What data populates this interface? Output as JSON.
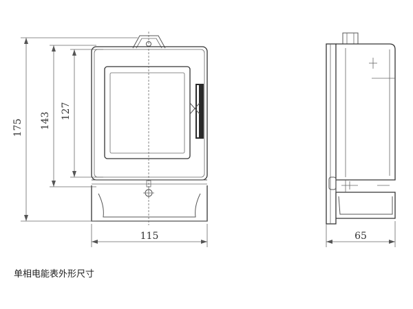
{
  "front_view": {
    "dim_total_height": "175",
    "dim_upper_height": "143",
    "dim_window_height": "127",
    "dim_width": "115"
  },
  "side_view": {
    "dim_depth": "65"
  },
  "caption": "单相电能表外形尺寸",
  "colors": {
    "line": "#555555",
    "text": "#333333",
    "background": "#ffffff"
  }
}
